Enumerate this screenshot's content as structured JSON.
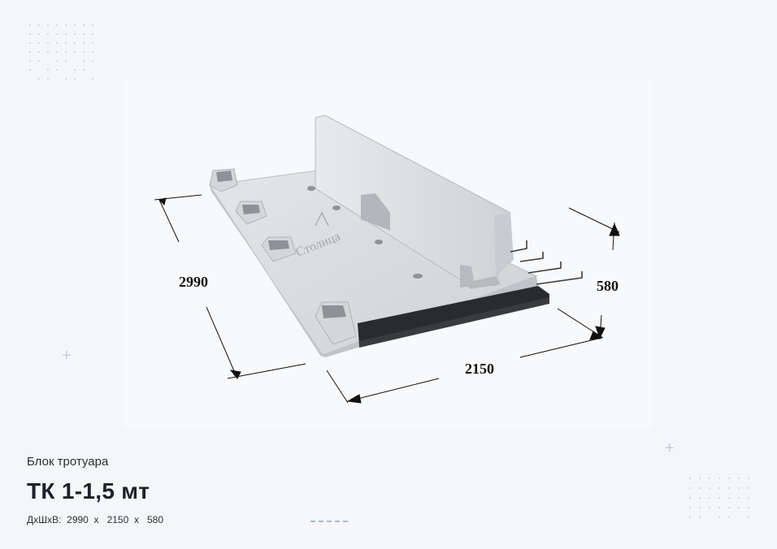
{
  "product": {
    "category": "Блок тротуара",
    "name": "ТК 1-1,5 мт",
    "dims_label": "ДхШхВ:",
    "length": "2990",
    "width": "2150",
    "height": "580",
    "sep": "x"
  },
  "drawing": {
    "dim_length": "2990",
    "dim_width": "2150",
    "dim_height": "580",
    "logo_text": "Столица"
  },
  "icons": [
    "plus-icon",
    "dot-grid-decoration"
  ],
  "colors": {
    "background": "#f4f6fa",
    "concrete": "#d6dadd",
    "text_dark": "#1d2128"
  }
}
